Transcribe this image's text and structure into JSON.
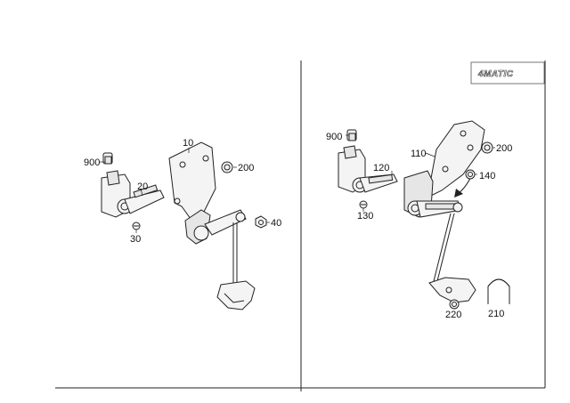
{
  "logo": {
    "text": "4MATIC"
  },
  "left_panel": {
    "labels": {
      "p900": "900",
      "p20": "20",
      "p30": "30",
      "p10": "10",
      "p200": "200",
      "p40": "40"
    }
  },
  "right_panel": {
    "labels": {
      "p900": "900",
      "p120": "120",
      "p130": "130",
      "p110": "110",
      "p200": "200",
      "p140": "140",
      "p220": "220",
      "p210": "210"
    }
  }
}
